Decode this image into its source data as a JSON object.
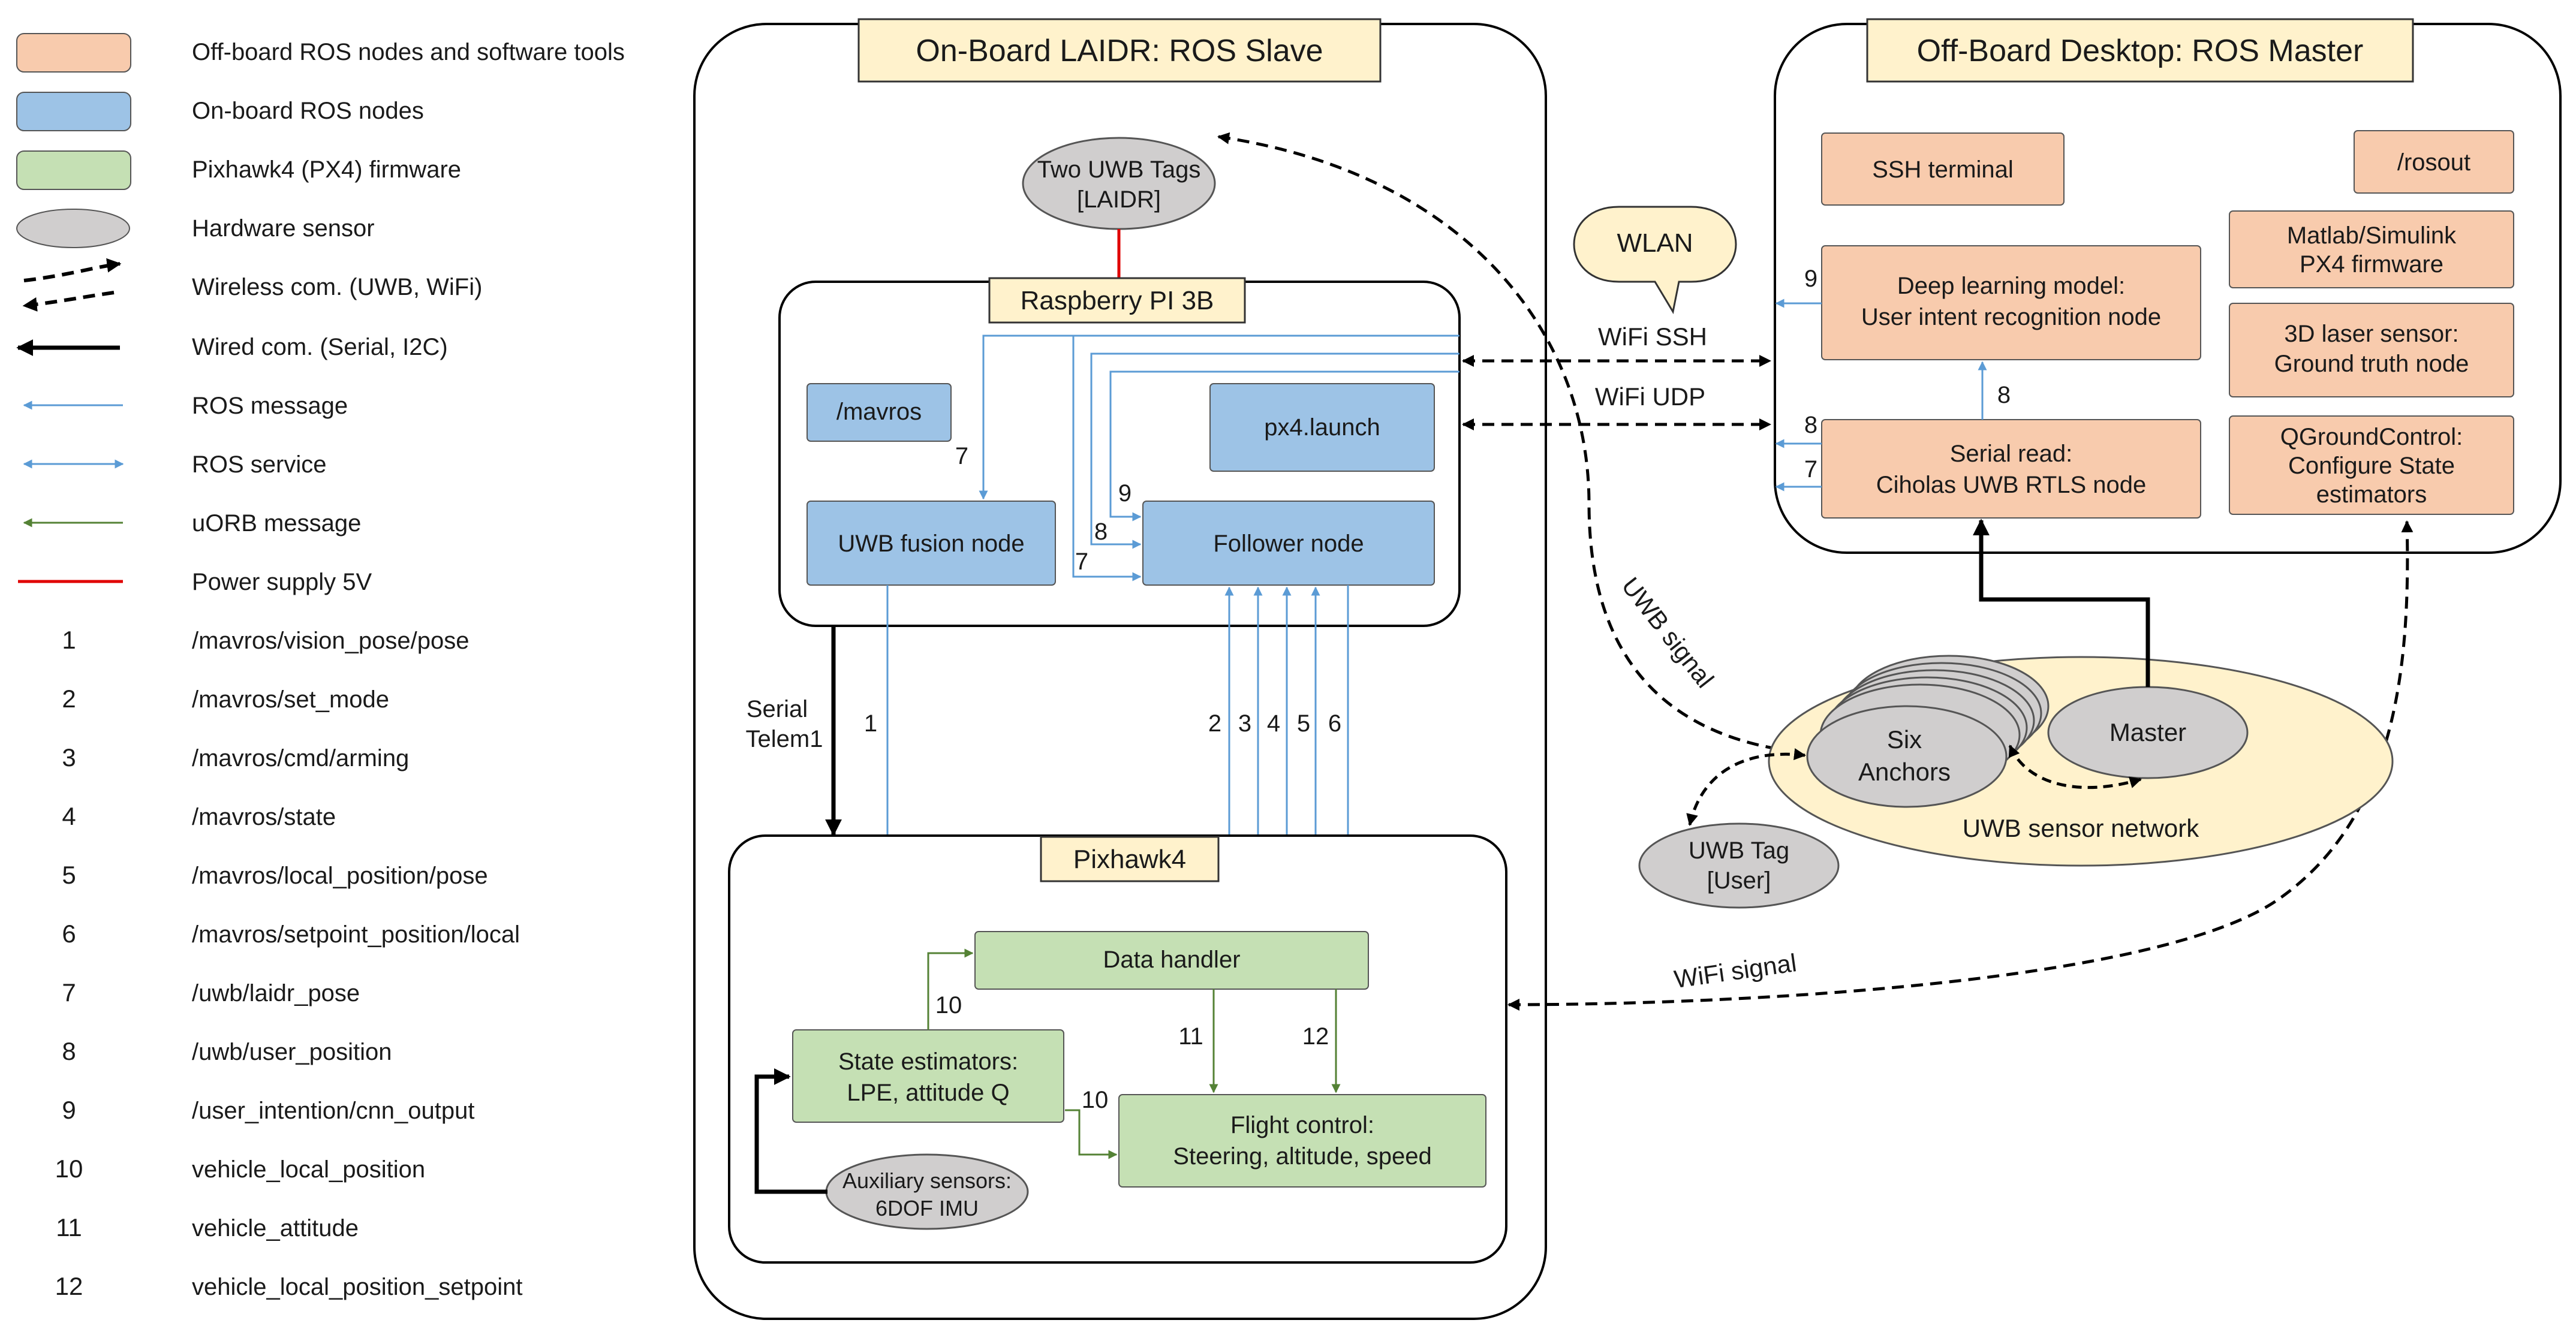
{
  "legend": {
    "items": [
      {
        "swatch": "orange-box",
        "label": "Off-board ROS nodes and software tools"
      },
      {
        "swatch": "blue-box",
        "label": "On-board ROS nodes"
      },
      {
        "swatch": "green-box",
        "label": "Pixhawk4 (PX4) firmware"
      },
      {
        "swatch": "gray-ellipse",
        "label": "Hardware sensor"
      },
      {
        "swatch": "dashed-double-arrow",
        "label": "Wireless com. (UWB, WiFi)"
      },
      {
        "swatch": "black-arrow",
        "label": "Wired com. (Serial, I2C)"
      },
      {
        "swatch": "blue-arrow",
        "label": "ROS message"
      },
      {
        "swatch": "blue-double-arrow",
        "label": "ROS service"
      },
      {
        "swatch": "green-arrow",
        "label": "uORB message"
      },
      {
        "swatch": "red-line",
        "label": "Power supply 5V"
      }
    ],
    "topics": [
      {
        "num": "1",
        "name": "/mavros/vision_pose/pose"
      },
      {
        "num": "2",
        "name": "/mavros/set_mode"
      },
      {
        "num": "3",
        "name": "/mavros/cmd/arming"
      },
      {
        "num": "4",
        "name": "/mavros/state"
      },
      {
        "num": "5",
        "name": "/mavros/local_position/pose"
      },
      {
        "num": "6",
        "name": "/mavros/setpoint_position/local"
      },
      {
        "num": "7",
        "name": "/uwb/laidr_pose"
      },
      {
        "num": "8",
        "name": "/uwb/user_position"
      },
      {
        "num": "9",
        "name": "/user_intention/cnn_output"
      },
      {
        "num": "10",
        "name": "vehicle_local_position"
      },
      {
        "num": "11",
        "name": "vehicle_attitude"
      },
      {
        "num": "12",
        "name": "vehicle_local_position_setpoint"
      }
    ]
  },
  "colors": {
    "orange": "#F8CBAD",
    "blue": "#9DC3E6",
    "green": "#C5E0B4",
    "gray": "#D0CECE",
    "cream": "#FFF2CC",
    "ros_arrow": "#5B9BD5",
    "uorb_arrow": "#548235",
    "power": "#E00000"
  },
  "onboard": {
    "title": "On-Board LAIDR: ROS Slave",
    "uwb_tags": [
      "Two UWB Tags",
      "[LAIDR]"
    ],
    "rpi": {
      "title": "Raspberry PI 3B",
      "mavros": "/mavros",
      "px4_launch": "px4.launch",
      "uwb_fusion": "UWB fusion node",
      "follower": "Follower node"
    },
    "serial_label": [
      "Serial",
      "Telem1"
    ],
    "pixhawk": {
      "title": "Pixhawk4",
      "data_handler": "Data handler",
      "state_estimators": [
        "State estimators:",
        "LPE, attitude Q"
      ],
      "flight_control": [
        "Flight control:",
        "Steering, altitude, speed"
      ],
      "aux_sensors": [
        "Auxiliary sensors:",
        "6DOF IMU"
      ]
    }
  },
  "offboard": {
    "title": "Off-Board Desktop: ROS Master",
    "ssh_terminal": "SSH terminal",
    "rosout": "/rosout",
    "matlab": [
      "Matlab/Simulink",
      "PX4 firmware"
    ],
    "deep_learning": [
      "Deep learning model:",
      "User intent recognition node"
    ],
    "laser": [
      "3D laser sensor:",
      "Ground truth node"
    ],
    "serial_read": [
      "Serial read:",
      "Ciholas UWB RTLS node"
    ],
    "qgc": [
      "QGroundControl:",
      "Configure State",
      "estimators"
    ]
  },
  "wireless": {
    "wlan": "WLAN",
    "wifi_ssh": "WiFi SSH",
    "wifi_udp": "WiFi UDP",
    "uwb_signal": "UWB signal",
    "wifi_signal": "WiFi signal"
  },
  "uwb_network": {
    "label": "UWB sensor network",
    "anchors": [
      "Six",
      "Anchors"
    ],
    "master": "Master",
    "user_tag": [
      "UWB Tag",
      "[User]"
    ]
  },
  "edge_labels": {
    "n1": "1",
    "n2": "2",
    "n3": "3",
    "n4": "4",
    "n5": "5",
    "n6": "6",
    "n7": "7",
    "n8": "8",
    "n9": "9",
    "n10": "10",
    "n11": "11",
    "n12": "12"
  }
}
